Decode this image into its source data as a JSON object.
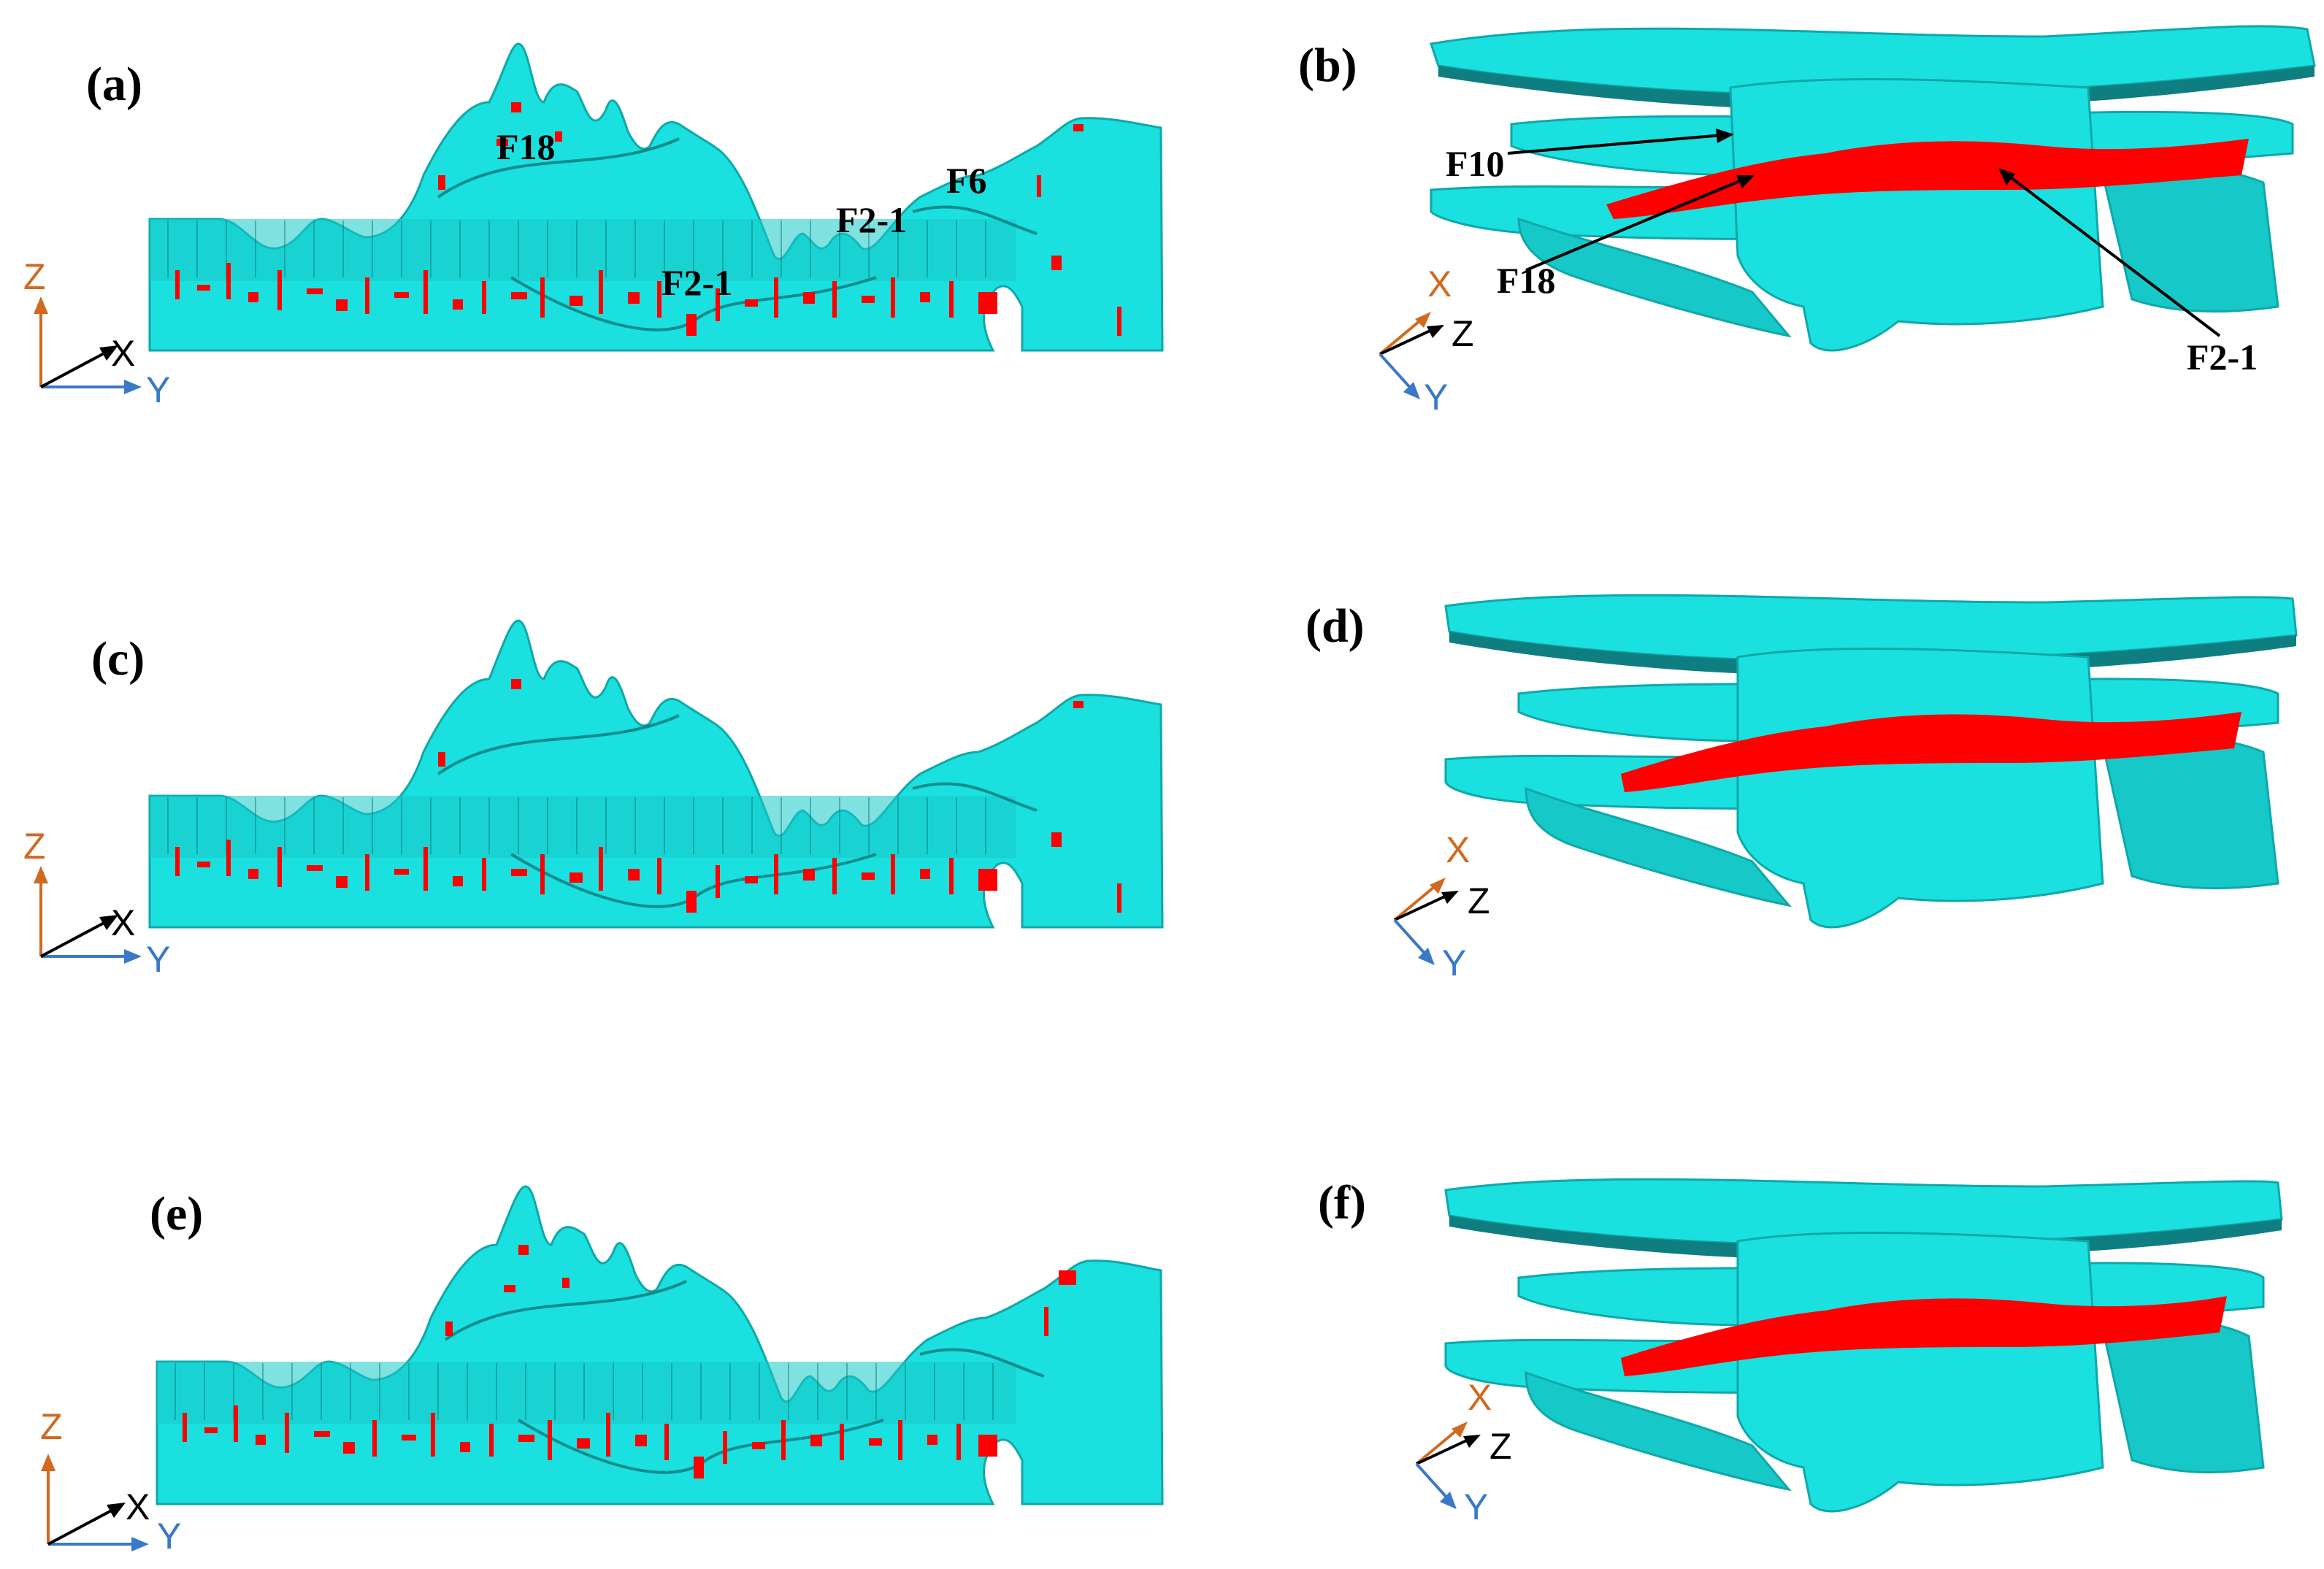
{
  "colors": {
    "surface": "#1BE0E0",
    "surface_dark": "#0FA8A8",
    "damage": "#FF0000",
    "axis_x": "#000000",
    "axis_y": "#3A78C8",
    "axis_z": "#D06A20"
  },
  "panels": [
    {
      "label": "(a)",
      "view": "front",
      "faults": [
        "F18",
        "F2-1",
        "F2-1",
        "F6"
      ],
      "axes": {
        "z": "Z",
        "x": "X",
        "y": "Y"
      }
    },
    {
      "label": "(b)",
      "view": "oblique",
      "faults": [
        "F10",
        "F18",
        "F2-1"
      ],
      "axes": {
        "x": "X",
        "z": "Z",
        "y": "Y"
      }
    },
    {
      "label": "(c)",
      "view": "front",
      "faults": [],
      "axes": {
        "z": "Z",
        "x": "X",
        "y": "Y"
      }
    },
    {
      "label": "(d)",
      "view": "oblique",
      "faults": [],
      "axes": {
        "x": "X",
        "z": "Z",
        "y": "Y"
      }
    },
    {
      "label": "(e)",
      "view": "front",
      "faults": [],
      "axes": {
        "z": "Z",
        "x": "X",
        "y": "Y"
      }
    },
    {
      "label": "(f)",
      "view": "oblique",
      "faults": [],
      "axes": {
        "x": "X",
        "z": "Z",
        "y": "Y"
      }
    }
  ]
}
